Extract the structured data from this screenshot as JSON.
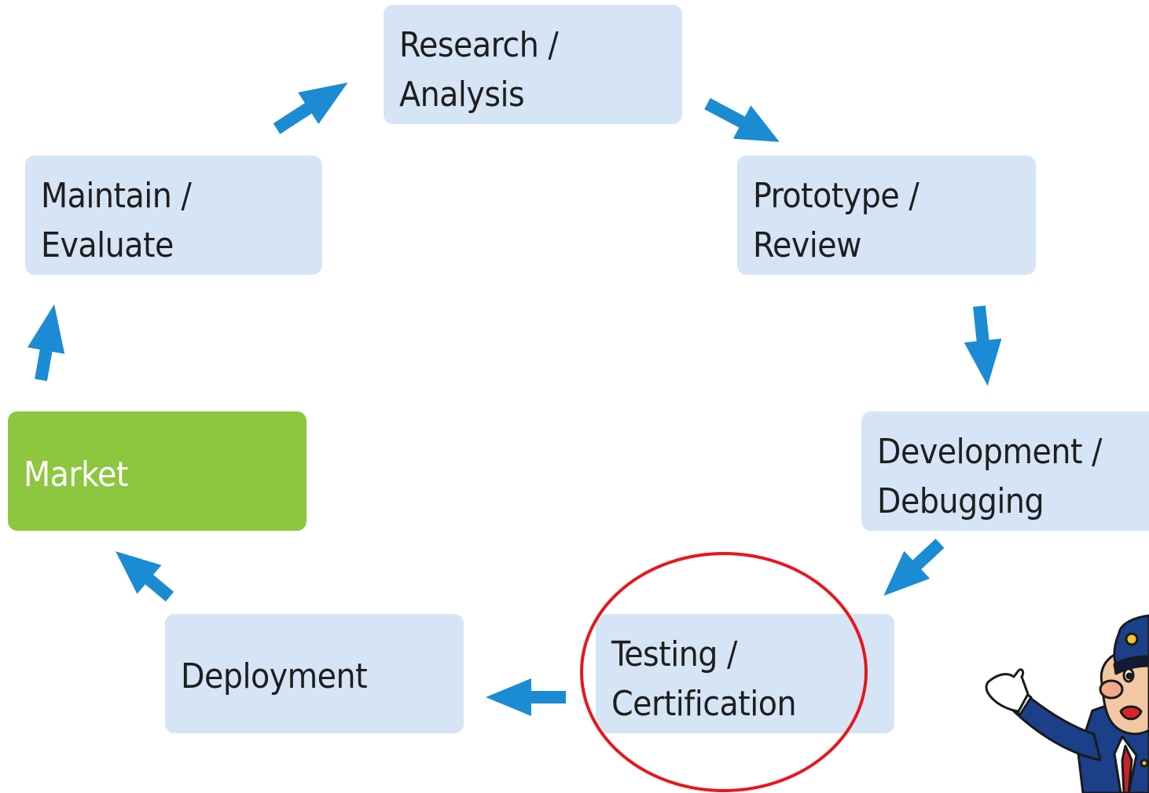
{
  "stages": {
    "research": {
      "line1": "Research /",
      "line2": "Analysis"
    },
    "prototype": {
      "line1": "Prototype /",
      "line2": "Review"
    },
    "development": {
      "line1": "Development /",
      "line2": "Debugging"
    },
    "testing": {
      "line1": "Testing /",
      "line2": "Certification"
    },
    "deployment": {
      "line1": "Deployment"
    },
    "market": {
      "line1": "Market"
    },
    "maintain": {
      "line1": "Maintain /",
      "line2": "Evaluate"
    }
  },
  "highlighted_stage": "testing",
  "colors": {
    "stage_fill": "#d6e5f5",
    "market_fill": "#8dc63f",
    "arrow": "#1b8bd3",
    "highlight_ring": "#e8161b",
    "stage_text": "#1e1e1e",
    "market_text": "#ffffff"
  }
}
